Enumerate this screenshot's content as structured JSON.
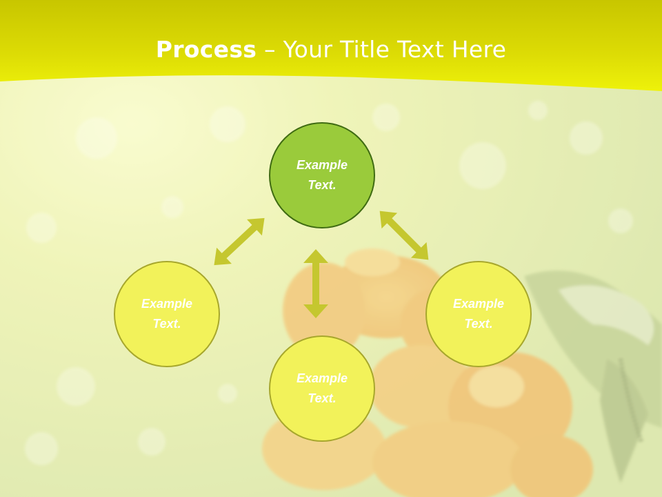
{
  "slide": {
    "title_bold": "Process",
    "title_rest": " – Your Title Text Here",
    "nodes": {
      "center": "Example Text.",
      "left": "Example Text.",
      "right": "Example Text.",
      "bottom": "Example Text."
    }
  },
  "colors": {
    "header_yellow": "#eef20a",
    "center_fill": "#9acb3b",
    "node_fill": "#f2f25a",
    "arrow": "#c5c72f"
  },
  "icons": [
    "double-arrow-icon",
    "tulip-bouquet-image"
  ]
}
